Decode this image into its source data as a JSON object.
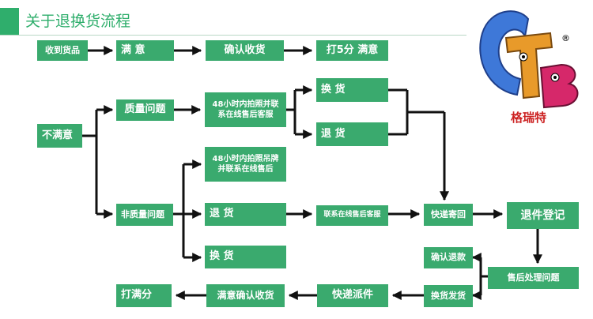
{
  "title": "关于退换货流程",
  "nodes": {
    "receive": "收到货品",
    "satisfied": "满  意",
    "confirm_receipt": "确认收货",
    "rate_5": "打5分 满意",
    "unsatisfied": "不满意",
    "quality_issue": "质量问题",
    "quality_action": "48小时内拍照并联系在线售后客服",
    "exchange_top": "换  货",
    "return_top": "退  货",
    "nonquality_action": "48小时内拍照吊牌并联系在线售后",
    "nonquality_issue": "非质量问题",
    "return_mid": "退  货",
    "exchange_mid": "换  货",
    "contact_service": "联系在线售后客服",
    "express_send": "快递寄回",
    "return_register": "退件登记",
    "confirm_refund": "确认退款",
    "aftersale_handle": "售后处理问题",
    "exchange_ship": "换货发货",
    "express_dispatch": "快递派件",
    "satisfied_confirm": "满意确认收货",
    "rate_full": "打满分"
  },
  "logo": {
    "letters": [
      "C",
      "T",
      "B"
    ],
    "registered_mark": "®",
    "name": "格瑞特"
  }
}
